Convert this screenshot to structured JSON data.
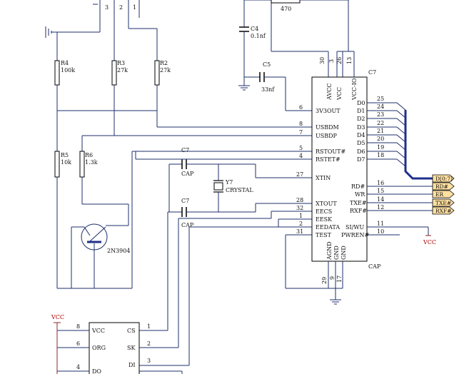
{
  "resistors": [
    {
      "ref": "R4",
      "value": "100k"
    },
    {
      "ref": "R3",
      "value": "27k"
    },
    {
      "ref": "R2",
      "value": "27k"
    },
    {
      "ref": "R5",
      "value": "10k"
    },
    {
      "ref": "R6",
      "value": "1.3k"
    },
    {
      "ref": "",
      "value": "470"
    }
  ],
  "capacitors": {
    "c4": {
      "ref": "C4",
      "value": "0.1nf"
    },
    "c5": {
      "ref": "C5",
      "value": "33nf"
    },
    "c7a": {
      "ref": "C7",
      "value": "CAP"
    },
    "c7b": {
      "ref": "C7",
      "value": "CAP"
    }
  },
  "crystal": {
    "ref": "Y7",
    "value": "CRYSTAL"
  },
  "transistor": {
    "part": "2N3904"
  },
  "header_pins": [
    "3",
    "2",
    "1"
  ],
  "ic_main": {
    "ref": "C7",
    "value": "CAP",
    "top_pins": [
      "AVCC",
      "VCC",
      "VCC-IO"
    ],
    "top_pin_numbers": [
      "30",
      "3",
      "26",
      "13"
    ],
    "left_pins": [
      {
        "num": "6",
        "name": "3V3OUT"
      },
      {
        "num": "8",
        "name": "USBDM"
      },
      {
        "num": "7",
        "name": "USBDP"
      },
      {
        "num": "5",
        "name": "RSTOUT#"
      },
      {
        "num": "4",
        "name": "RSTET#"
      },
      {
        "num": "27",
        "name": "XTIN"
      },
      {
        "num": "28",
        "name": "XTOUT"
      },
      {
        "num": "32",
        "name": "EECS"
      },
      {
        "num": "1",
        "name": "EESK"
      },
      {
        "num": "2",
        "name": "EEDATA"
      },
      {
        "num": "31",
        "name": "TEST"
      }
    ],
    "right_pins": [
      {
        "num": "25",
        "name": "D0"
      },
      {
        "num": "24",
        "name": "D1"
      },
      {
        "num": "23",
        "name": "D2"
      },
      {
        "num": "22",
        "name": "D3"
      },
      {
        "num": "21",
        "name": "D4"
      },
      {
        "num": "20",
        "name": "D5"
      },
      {
        "num": "19",
        "name": "D6"
      },
      {
        "num": "18",
        "name": "D7"
      },
      {
        "num": "16",
        "name": "RD#"
      },
      {
        "num": "15",
        "name": "WR"
      },
      {
        "num": "14",
        "name": "TXE#"
      },
      {
        "num": "12",
        "name": "RXF#"
      },
      {
        "num": "11",
        "name": "SI/WU"
      },
      {
        "num": "10",
        "name": "PWREN#"
      }
    ],
    "bottom_pins": [
      "AGND",
      "GND",
      "GND"
    ],
    "bottom_pin_numbers": [
      "29",
      "9",
      "17"
    ]
  },
  "net_labels": [
    "D[0:7]",
    "RD#",
    "ER",
    "TXE#",
    "RXF#"
  ],
  "vcc_label": "VCC",
  "eeprom": {
    "left_pins": [
      {
        "num": "8",
        "name": "VCC"
      },
      {
        "num": "6",
        "name": "ORG"
      },
      {
        "num": "4",
        "name": "DO"
      }
    ],
    "right_pins": [
      {
        "num": "1",
        "name": "CS"
      },
      {
        "num": "2",
        "name": "SK"
      },
      {
        "num": "3",
        "name": "DI"
      }
    ]
  },
  "colors": {
    "wire": "#1f2f6b",
    "bus": "#1e2f8a",
    "net_label_fill": "#ffe0a0",
    "power": "#b00000"
  }
}
